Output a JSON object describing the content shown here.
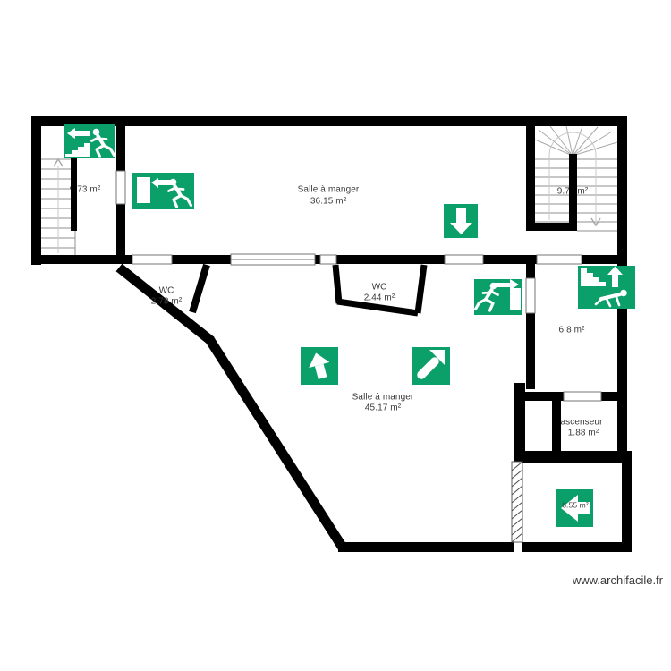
{
  "watermark": {
    "text": "www.archifacile.fr"
  },
  "colors": {
    "sign_green": "#0b9f6a",
    "wall": "#000000",
    "label_text": "#3a3a3a"
  },
  "rooms": {
    "stair_left": {
      "area": "9.73 m²"
    },
    "dining_top": {
      "name": "Salle à manger",
      "area": "36.15 m²"
    },
    "stair_right": {
      "area": "9.72 m²"
    },
    "wc_left": {
      "name": "WC",
      "area": "2.78 m²"
    },
    "wc_middle": {
      "name": "WC",
      "area": "2.44 m²"
    },
    "dining_main": {
      "name": "Salle à manger",
      "area": "45.17 m²"
    },
    "room_6_8": {
      "area": "6.8 m²"
    },
    "elevator": {
      "name": "ascenseur",
      "area": "1.88 m²"
    },
    "exit_room": {
      "area": "6.55 m²"
    }
  },
  "signs": [
    {
      "name": "emergency-exit-stairs-down-left-sign"
    },
    {
      "name": "emergency-exit-door-left-sign"
    },
    {
      "name": "emergency-exit-arrow-down-sign"
    },
    {
      "name": "emergency-exit-door-right-sign"
    },
    {
      "name": "emergency-exit-stairs-up-sign"
    },
    {
      "name": "evacuation-arrow-up-sign"
    },
    {
      "name": "evacuation-arrow-up-right-sign"
    },
    {
      "name": "emergency-exit-arrow-left-sign"
    }
  ]
}
